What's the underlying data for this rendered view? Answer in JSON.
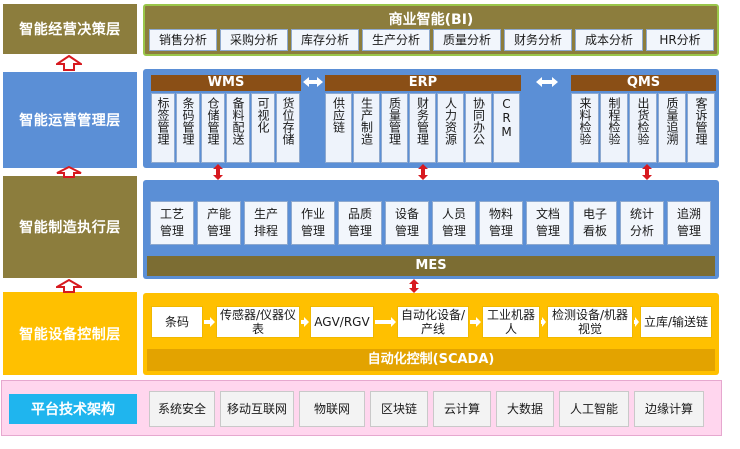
{
  "layers": {
    "decision": "智能经营决策层",
    "operation": "智能运营管理层",
    "manufacturing": "智能制造执行层",
    "device": "智能设备控制层",
    "platform": "平台技术架构"
  },
  "bi": {
    "title": "商业智能(BI)",
    "items": [
      "销售分析",
      "采购分析",
      "库存分析",
      "生产分析",
      "质量分析",
      "财务分析",
      "成本分析",
      "HR分析"
    ]
  },
  "wms": {
    "title": "WMS",
    "items": [
      "标签管理",
      "条码管理",
      "仓储管理",
      "备料配送",
      "可视化",
      "货位存储"
    ]
  },
  "erp": {
    "title": "ERP",
    "items": [
      "供应链",
      "生产制造",
      "质量管理",
      "财务管理",
      "人力资源",
      "协同办公",
      "CRM"
    ]
  },
  "qms": {
    "title": "QMS",
    "items": [
      "来料检验",
      "制程检验",
      "出货检验",
      "质量追溯",
      "客诉管理"
    ]
  },
  "mes": {
    "title": "MES",
    "items": [
      "工艺管理",
      "产能管理",
      "生产排程",
      "作业管理",
      "品质管理",
      "设备管理",
      "人员管理",
      "物料管理",
      "文档管理",
      "电子看板",
      "统计分析",
      "追溯管理"
    ]
  },
  "scada": {
    "title": "自动化控制(SCADA)",
    "items": [
      "条码",
      "传感器/仪器仪表",
      "AGV/RGV",
      "自动化设备/产线",
      "工业机器人",
      "检测设备/机器视觉",
      "立库/输送链"
    ]
  },
  "platform": {
    "items": [
      "系统安全",
      "移动互联网",
      "物联网",
      "区块链",
      "云计算",
      "大数据",
      "人工智能",
      "边缘计算"
    ]
  },
  "colors": {
    "olive": "#8c7d3d",
    "blue": "#5b8fd6",
    "gold": "#ffc000",
    "sky": "#1fb5ee",
    "pink": "#ffd6ee",
    "brown_bar": "#8a4f16",
    "arrow_red": "#d7191f",
    "bi_green": "#9ac64a"
  }
}
